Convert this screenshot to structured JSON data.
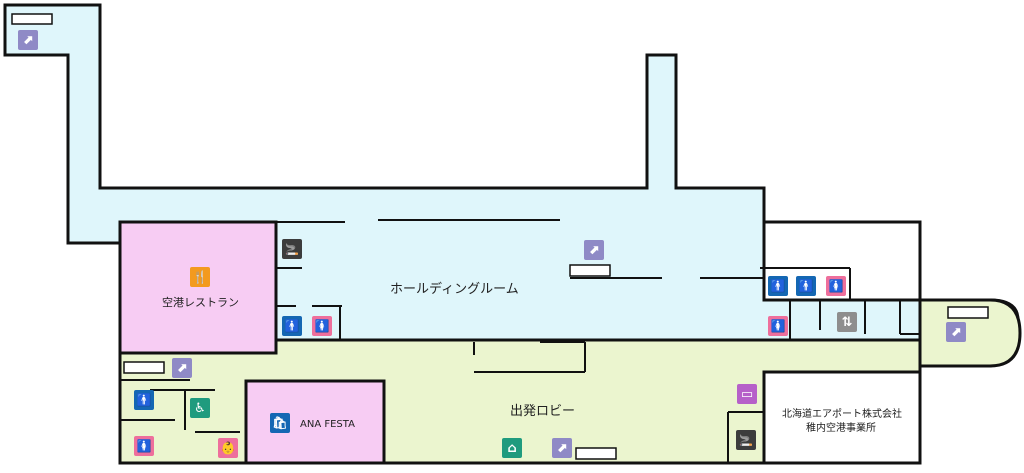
{
  "floor_map": {
    "rooms": {
      "holding_room": "ホールディングルーム",
      "restaurant": "空港レストラン",
      "ana_festa": "ANA FESTA",
      "departure_lobby": "出発ロビー",
      "office_line1": "北海道エアポート株式会社",
      "office_line2": "稚内空港事業所"
    },
    "colors": {
      "holding_room": "#dff6fb",
      "restaurant": "#f7ccf3",
      "lobby": "#ebf5cf",
      "ana_festa": "#f7ccf3",
      "walls": "#111111",
      "icon_men": "#1467b3",
      "icon_women": "#ee6f9c",
      "icon_accessible": "#1f9b7e",
      "icon_stairs": "#8f8ac6",
      "icon_food": "#f39a1e",
      "icon_smoking": "#3c3c3c",
      "icon_tv": "#b660c9",
      "icon_elevator": "#8e8e8e"
    },
    "icons": {
      "food": "🍴",
      "men": "🚹",
      "women": "🚺",
      "accessible": "♿",
      "stairs": "⬈",
      "smoking": "🚬",
      "shop": "🛍",
      "baby": "👶",
      "tv": "▭",
      "elevator": "⇅",
      "bench": "⌂"
    }
  }
}
